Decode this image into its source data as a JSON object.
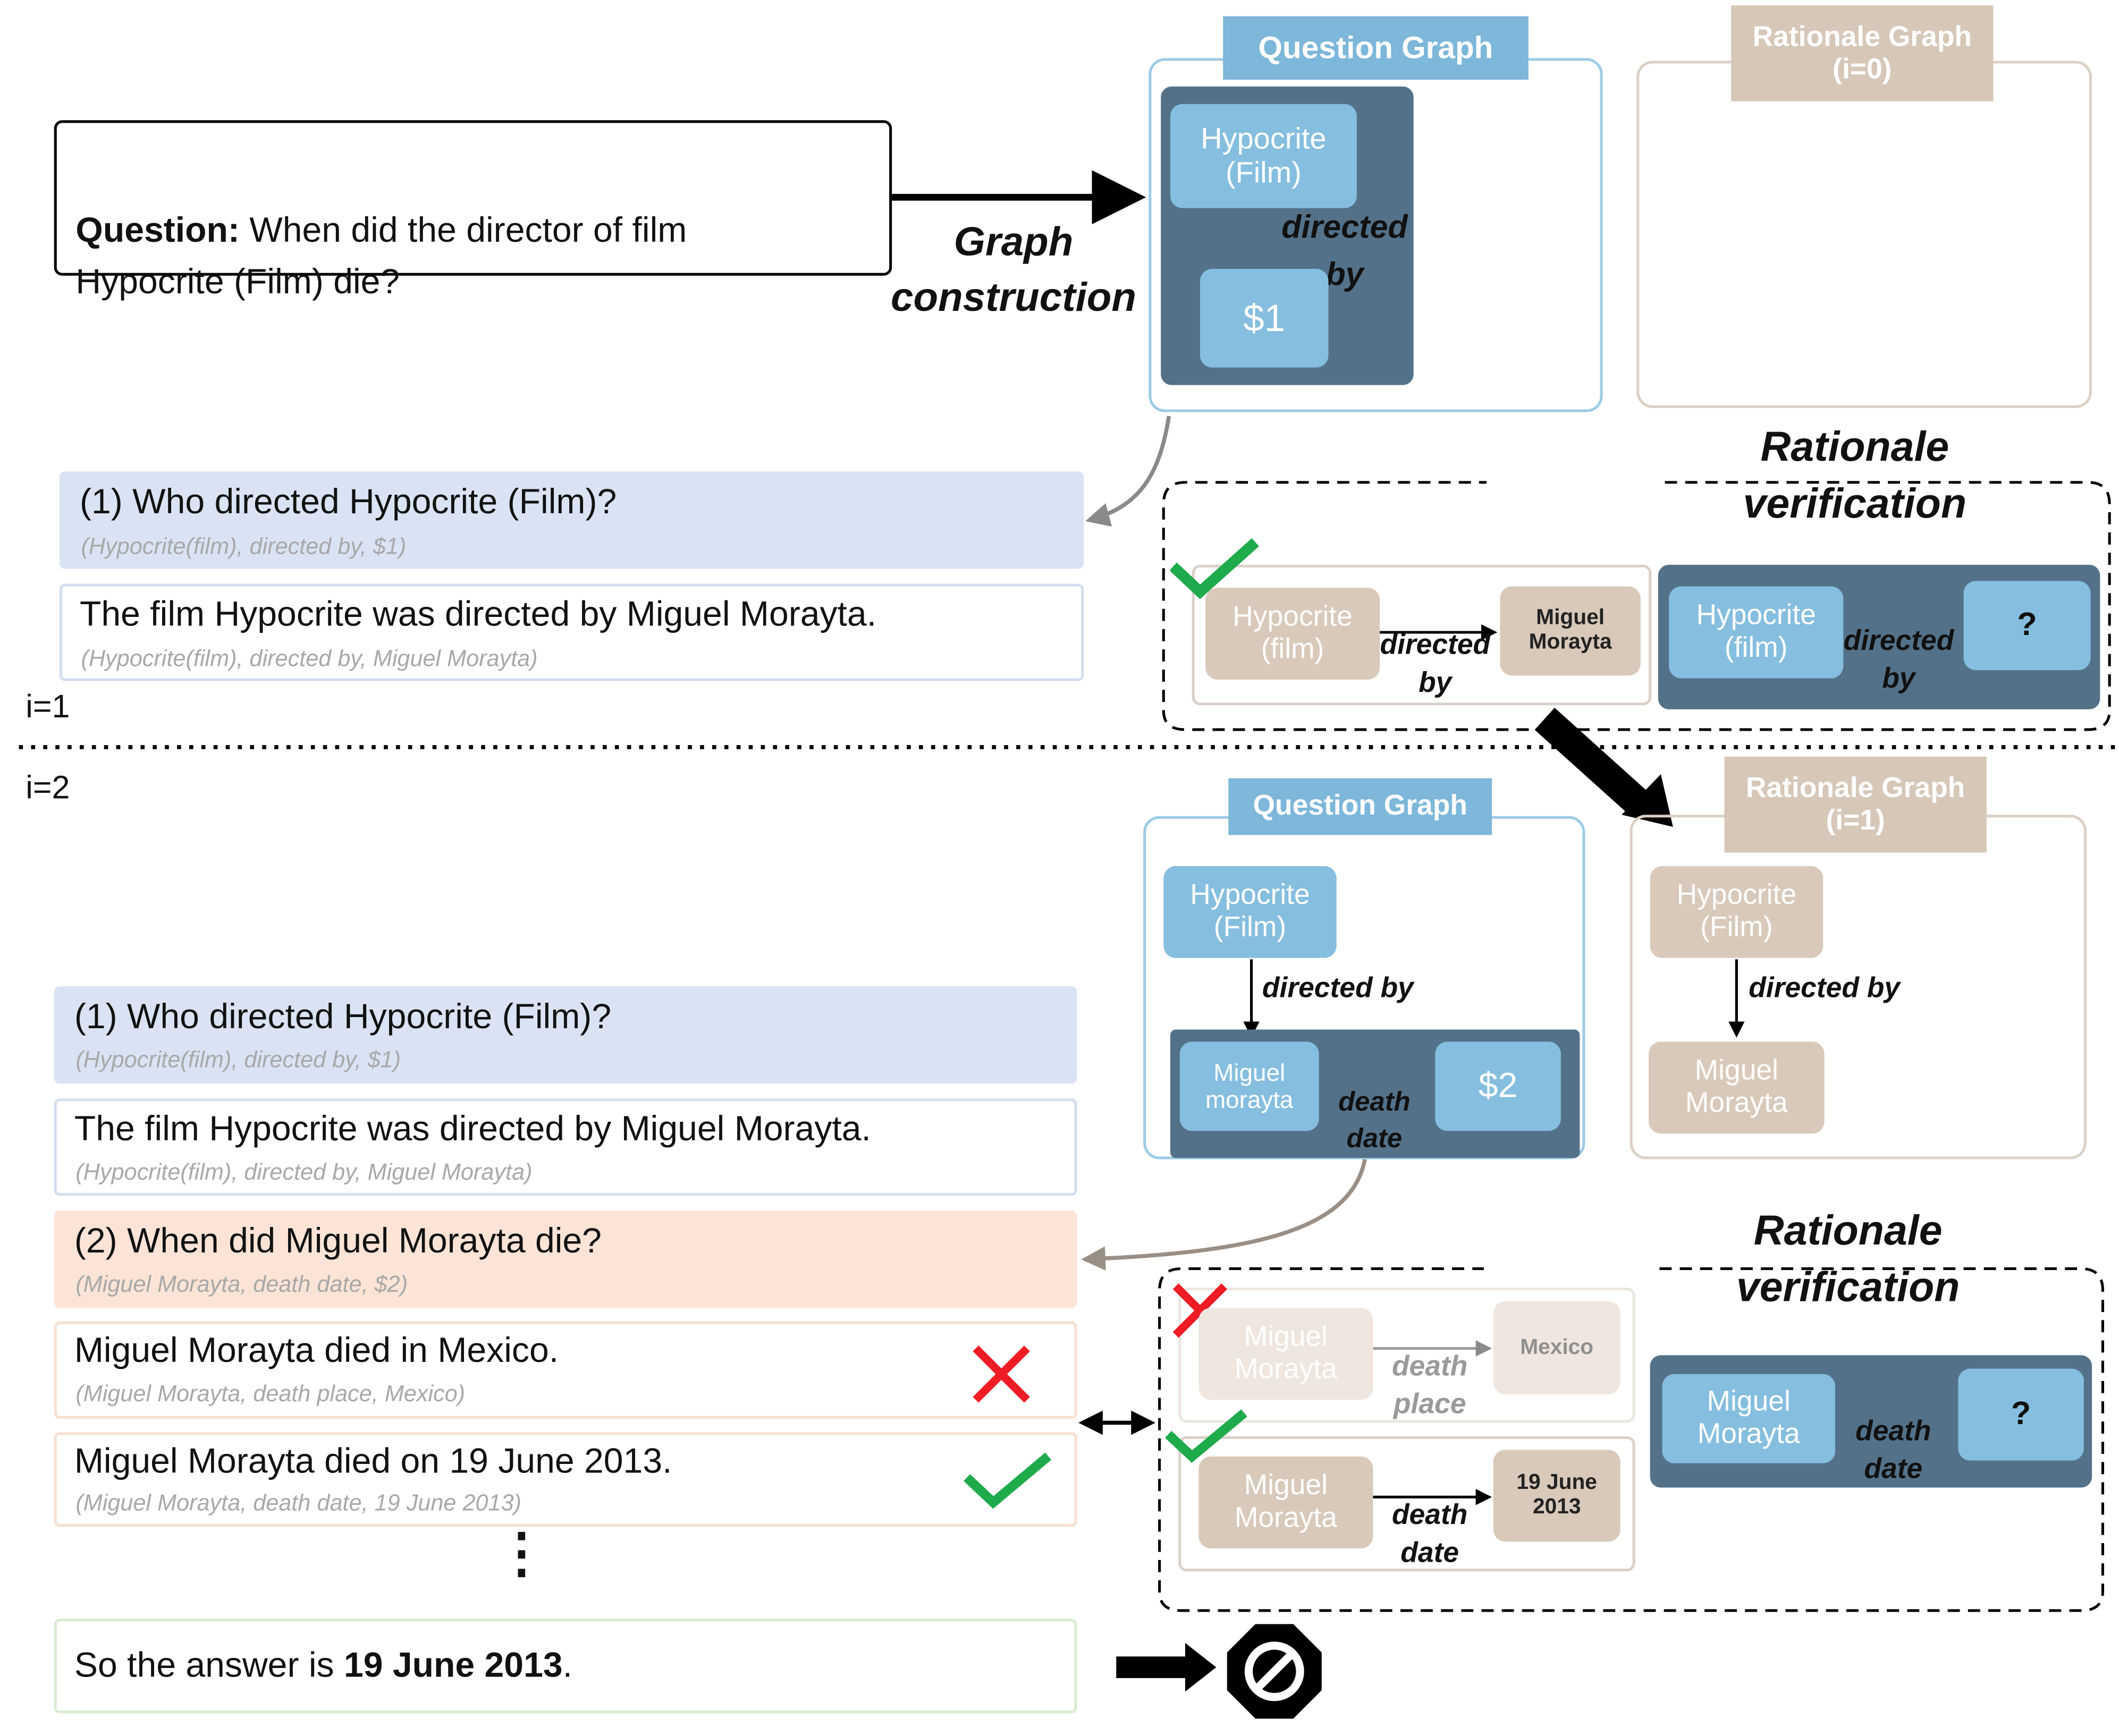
{
  "iter1": {
    "question_box": {
      "bold": "Question:",
      "text": " When did the director of film\nHypocrite (Film) die?"
    },
    "graph_construction": "Graph\nconstruction",
    "question_graph_title": "Question Graph",
    "rationale_graph_title": "Rationale Graph\n(i=0)",
    "qg_node_1": "Hypocrite\n(Film)",
    "qg_edge": "directed\nby",
    "qg_node_2": "$1",
    "sub_q1": "(1)  Who directed Hypocrite (Film)?",
    "sub_q1_triple": "(Hypocrite(film), directed by, $1)",
    "ans_1": "The film Hypocrite was directed by  Miguel Morayta.",
    "ans_1_triple": "(Hypocrite(film), directed by, Miguel Morayta)",
    "verification_title": "Rationale\nverification",
    "rv_node_a": "Hypocrite\n(film)",
    "rv_edge_a": "directed\nby",
    "rv_node_b": "Miguel\nMorayta",
    "rv_node_c": "Hypocrite\n(film)",
    "rv_edge_c": "directed\nby",
    "rv_node_d": "?",
    "label": "i=1"
  },
  "iter2": {
    "label": "i=2",
    "question_graph_title": "Question Graph",
    "rationale_graph_title": "Rationale Graph\n(i=1)",
    "qg_node_1": "Hypocrite\n(Film)",
    "qg_edge_1": "directed by",
    "qg_node_2": "Miguel\nmorayta",
    "qg_edge_2": "death\ndate",
    "qg_node_3": "$2",
    "rg_node_1": "Hypocrite\n(Film)",
    "rg_edge_1": "directed by",
    "rg_node_2": "Miguel\nMorayta",
    "sub_q1": "(1)  Who directed Hypocrite (Film)?",
    "sub_q1_triple": "(Hypocrite(film), directed by, $1)",
    "ans_1": "The film Hypocrite was directed by  Miguel Morayta.",
    "ans_1_triple": "(Hypocrite(film), directed by, Miguel Morayta)",
    "sub_q2": "(2) When did Miguel Morayta die?",
    "sub_q2_triple": "(Miguel Morayta, death date, $2)",
    "cand_wrong": "Miguel Morayta died in Mexico.",
    "cand_wrong_triple": "(Miguel Morayta, death place, Mexico)",
    "cand_right": "Miguel Morayta died on 19 June 2013.",
    "cand_right_triple": "(Miguel Morayta, death date, 19 June 2013)",
    "ellipsis": "⋮",
    "final_prefix": "So the answer is ",
    "final_bold": "19 June 2013",
    "final_suffix": ".",
    "verification_title": "Rationale\nverification",
    "rv_wrong_node_a": "Miguel\nMorayta",
    "rv_wrong_edge": "death\nplace",
    "rv_wrong_node_b": "Mexico",
    "rv_right_node_a": "Miguel\nMorayta",
    "rv_right_edge": "death\ndate",
    "rv_right_node_b": "19 June\n2013",
    "rv_q_node_a": "Miguel\nMorayta",
    "rv_q_edge": "death\ndate",
    "rv_q_node_b": "?"
  },
  "icons": {
    "check": "check-icon",
    "cross": "cross-icon",
    "stop": "stop-sign-icon"
  },
  "colors": {
    "blue_node": "#86bedf",
    "dark_panel": "#53728a",
    "tan_node": "#d8c9bb",
    "check_green": "#1faa4b",
    "cross_red": "#ee1c24",
    "sub_question_blue": "#dae3f3",
    "sub_question_orange": "#fbe4d6"
  }
}
